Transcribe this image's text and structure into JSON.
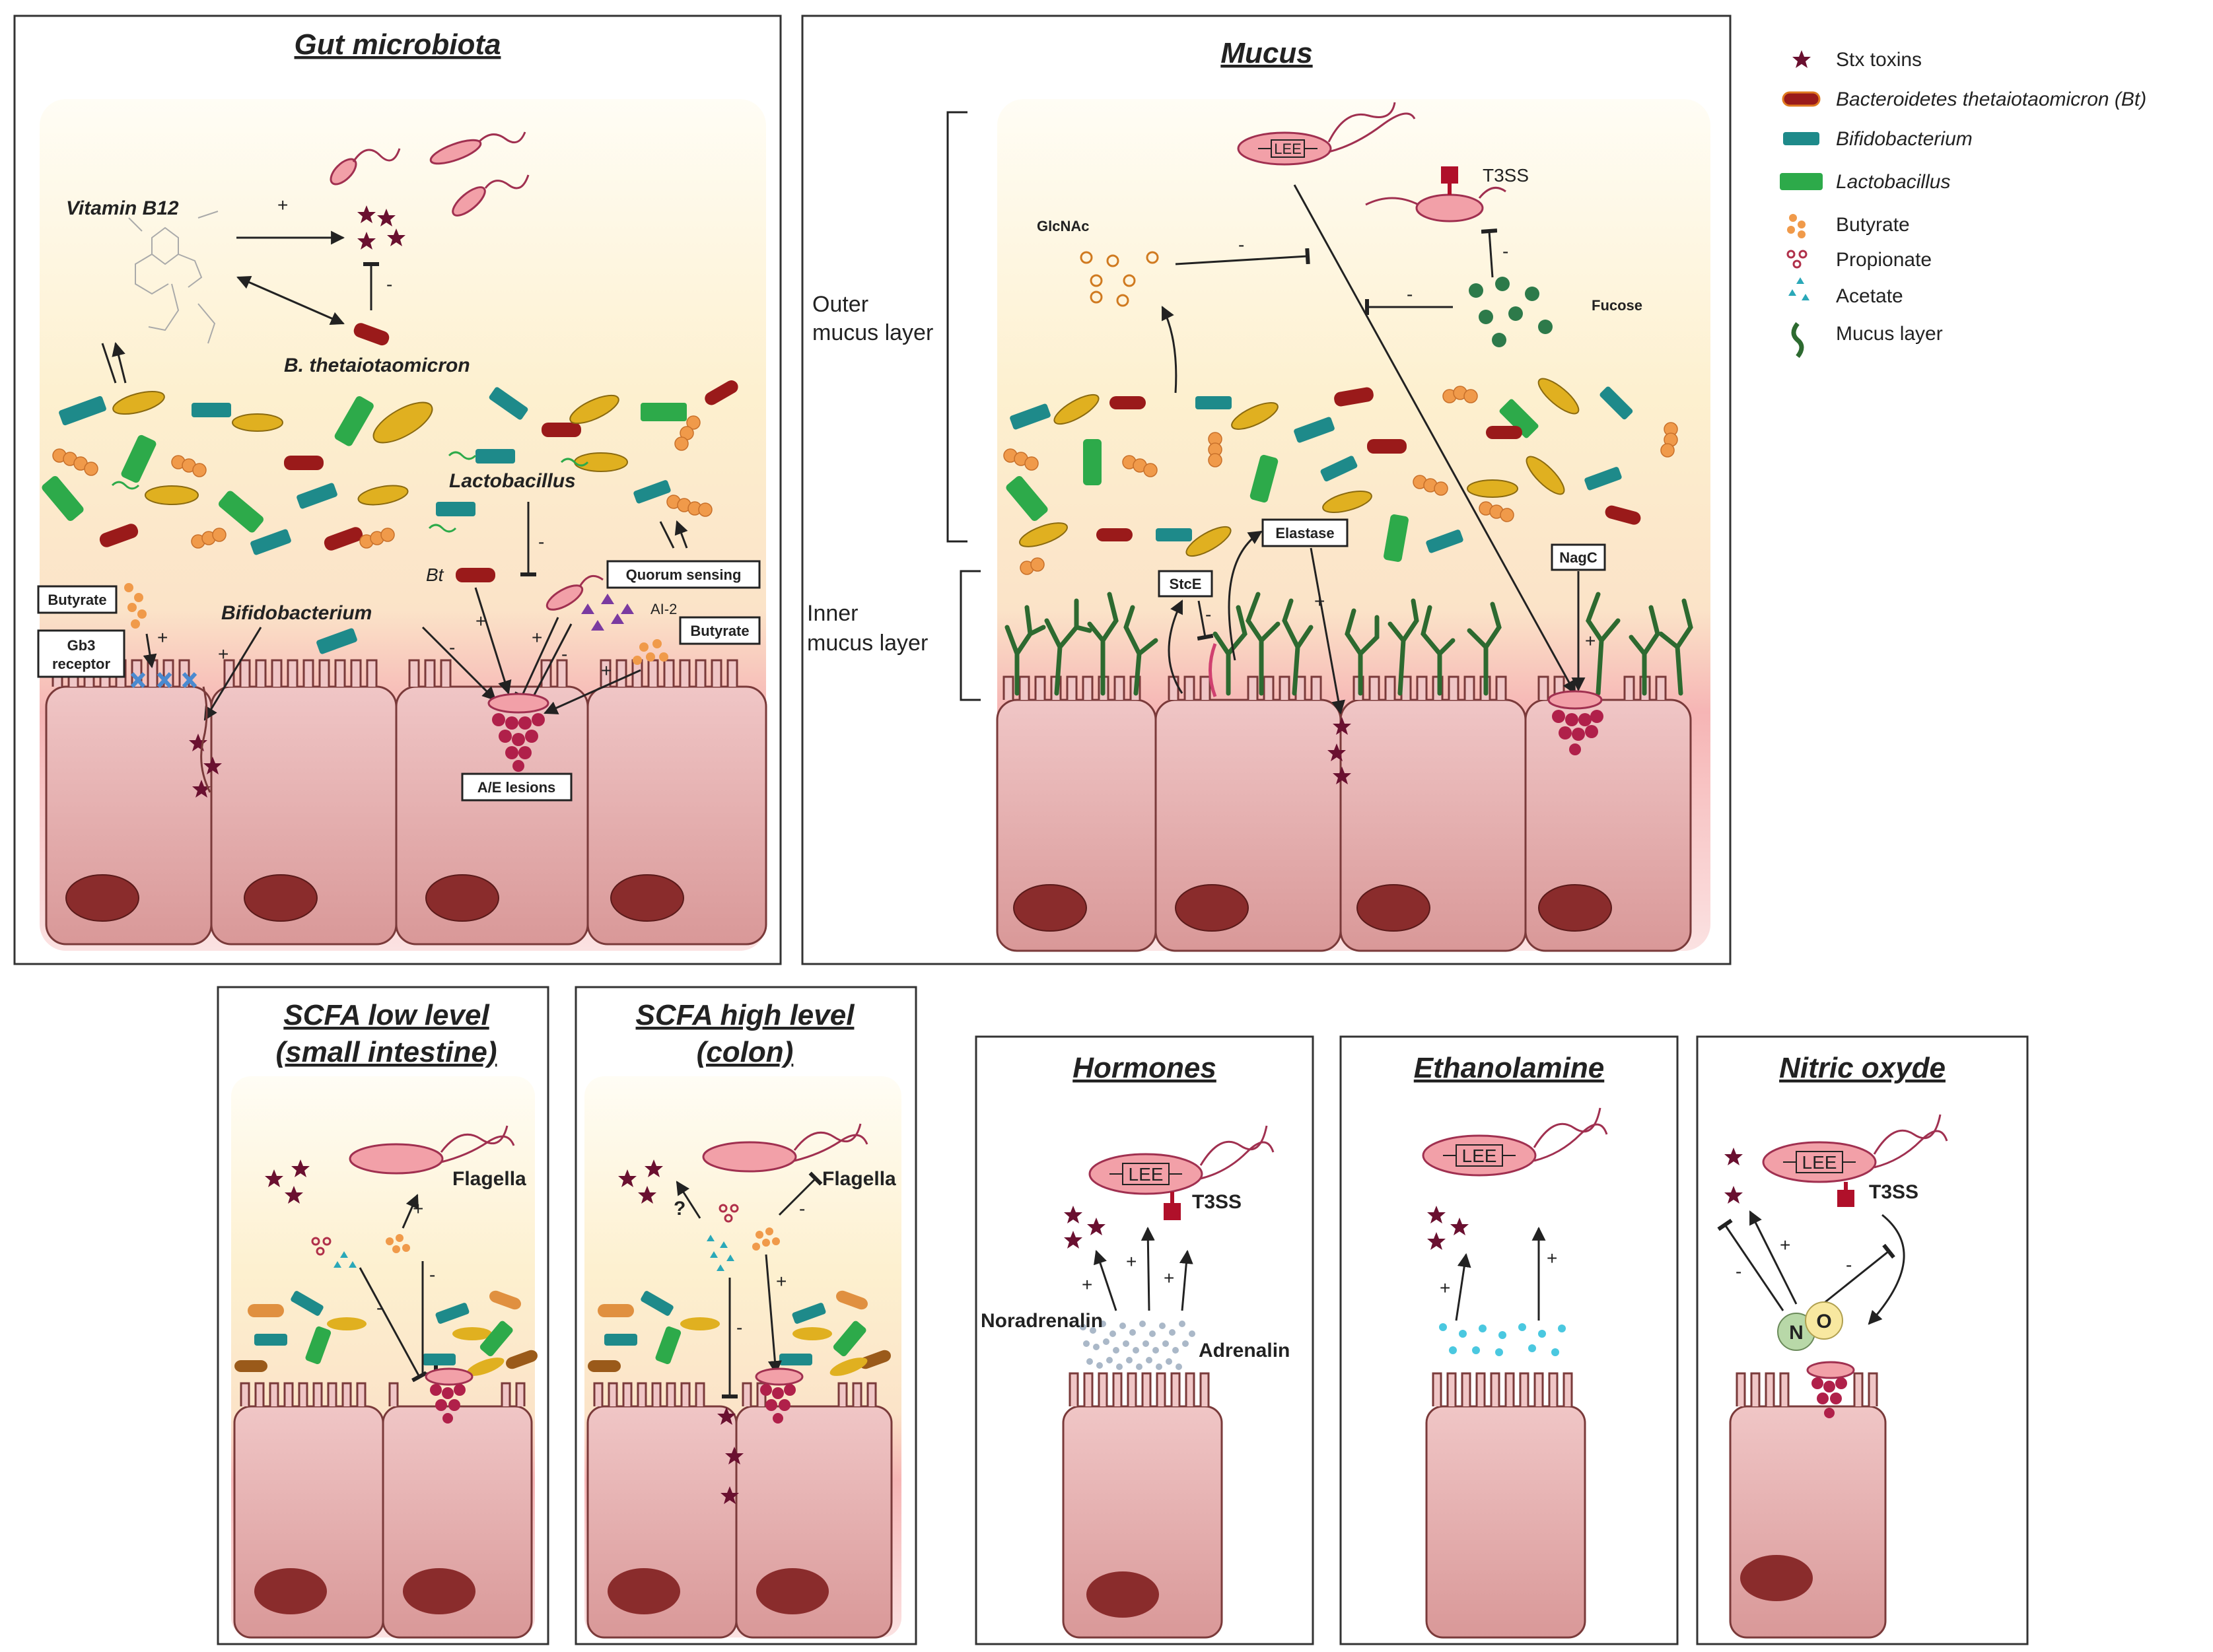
{
  "panels": {
    "gut_microbiota": {
      "title": "Gut microbiota",
      "vitamin_b12": "Vitamin B12",
      "b_theta": "B. thetaiotaomicron",
      "lactobacillus": "Lactobacillus",
      "bifidobacterium": "Bifidobacterium",
      "bt": "Bt",
      "butyrate_left": "Butyrate",
      "butyrate_right": "Butyrate",
      "gb3_line1": "Gb3",
      "gb3_line2": "receptor",
      "quorum": "Quorum sensing",
      "ai2": "AI-2",
      "ae_lesions": "A/E lesions",
      "sign_plus": "+",
      "sign_minus": "-"
    },
    "mucus": {
      "title": "Mucus",
      "outer_line1": "Outer",
      "outer_line2": "mucus layer",
      "inner_line1": "Inner",
      "inner_line2": "mucus layer",
      "lee": "LEE",
      "t3ss": "T3SS",
      "glcnac": "GlcNAc",
      "fucose": "Fucose",
      "stce": "StcE",
      "elastase": "Elastase",
      "nagc": "NagC"
    },
    "scfa_low": {
      "title_line1": "SCFA low level",
      "title_line2": "(small intestine)",
      "flagella": "Flagella"
    },
    "scfa_high": {
      "title_line1": "SCFA high level",
      "title_line2": "(colon)",
      "flagella": "Flagella",
      "question": "?"
    },
    "hormones": {
      "title": "Hormones",
      "lee": "LEE",
      "t3ss": "T3SS",
      "noradrenalin": "Noradrenalin",
      "adrenalin": "Adrenalin"
    },
    "ethanolamine": {
      "title": "Ethanolamine",
      "lee": "LEE"
    },
    "nitric": {
      "title": "Nitric oxyde",
      "lee": "LEE",
      "t3ss": "T3SS",
      "n": "N",
      "o": "O"
    }
  },
  "legend": {
    "items": [
      {
        "label": "Stx toxins",
        "icon": "star-icon"
      },
      {
        "label": "Bacteroidetes thetaiotaomicron (Bt)",
        "icon": "bt-capsule-icon"
      },
      {
        "label": "Bifidobacterium",
        "icon": "bifido-rod-icon"
      },
      {
        "label": "Lactobacillus",
        "icon": "lacto-rod-icon"
      },
      {
        "label": "Butyrate",
        "icon": "butyrate-dots-icon"
      },
      {
        "label": "Propionate",
        "icon": "propionate-rings-icon"
      },
      {
        "label": "Acetate",
        "icon": "acetate-triangles-icon"
      },
      {
        "label": "Mucus layer",
        "icon": "mucus-strand-icon"
      }
    ]
  },
  "colors": {
    "cell": "#e8b0b0",
    "cell_stroke": "#7a3a3a",
    "nucleus": "#8a2c2c",
    "toxin": "#6a1030",
    "bt": "#9a1a1a",
    "bifido": "#1e8a8a",
    "lacto": "#2daa4a",
    "butyrate": "#f09a4a",
    "propionate": "#b0304a",
    "acetate": "#2aa8b8",
    "mucus": "#2d6a30",
    "bacterium": "#f2a0a8"
  }
}
